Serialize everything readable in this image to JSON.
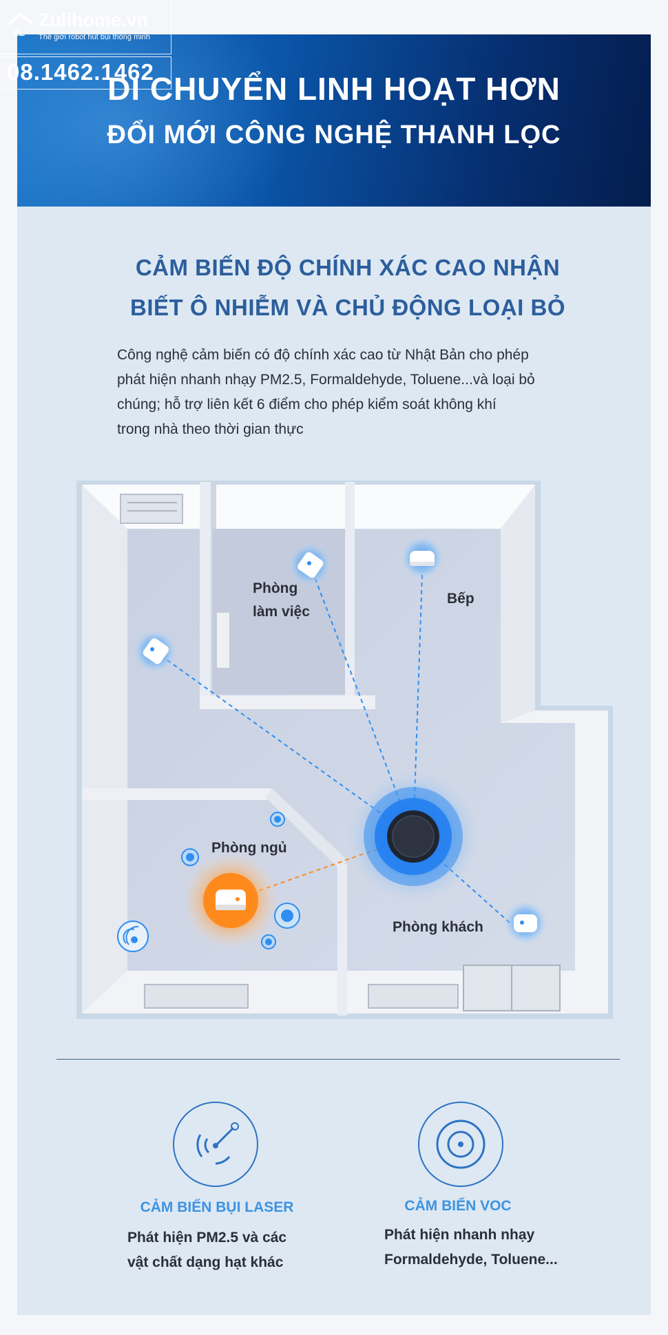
{
  "brand": {
    "name": "Zulihome.vn",
    "tagline": "Thế giới robot hút bụi thông minh",
    "phone": "08.1462.1462",
    "logo_text": "ZL"
  },
  "hero": {
    "line1": "DI CHUYỂN LINH HOẠT HƠN",
    "line2": "ĐỔI MỚI CÔNG NGHỆ THANH LỌC"
  },
  "section": {
    "title_line1": "CẢM BIẾN ĐỘ CHÍNH XÁC CAO NHẬN",
    "title_line2": "BIẾT Ô NHIỄM VÀ CHỦ ĐỘNG LOẠI BỎ",
    "desc_lines": [
      "Công nghệ cảm biến có độ chính xác cao từ Nhật Bản cho phép",
      " phát hiện nhanh nhạy PM2.5, Formaldehyde, Toluene...và loại bỏ",
      "chúng; hỗ trợ liên kết 6 điểm cho phép kiểm soát không khí",
      " trong nhà theo thời gian thực"
    ]
  },
  "floorplan": {
    "rooms": {
      "office_line1": "Phòng",
      "office_line2": "làm việc",
      "kitchen": "Bếp",
      "bedroom": "Phòng ngủ",
      "living": "Phòng khách"
    }
  },
  "features": [
    {
      "title": "CẢM BIẾN BỤI LASER",
      "line1": "Phát hiện PM2.5 và các",
      "line2": "vật chất dạng hạt khác",
      "icon": "radar-icon"
    },
    {
      "title": "CẢM BIẾN VOC",
      "line1": "Phát hiện nhanh nhạy",
      "line2": "Formaldehyde, Toluene...",
      "icon": "target-icon"
    }
  ],
  "colors": {
    "hero_dark": "#041d4d",
    "hero_light": "#1a74c6",
    "title_blue": "#2c5e9c",
    "feature_blue": "#3d93e0",
    "sensor_glow": "#1e7cf0",
    "bedroom_glow": "#ff8a1c",
    "background": "#dde8f3"
  }
}
